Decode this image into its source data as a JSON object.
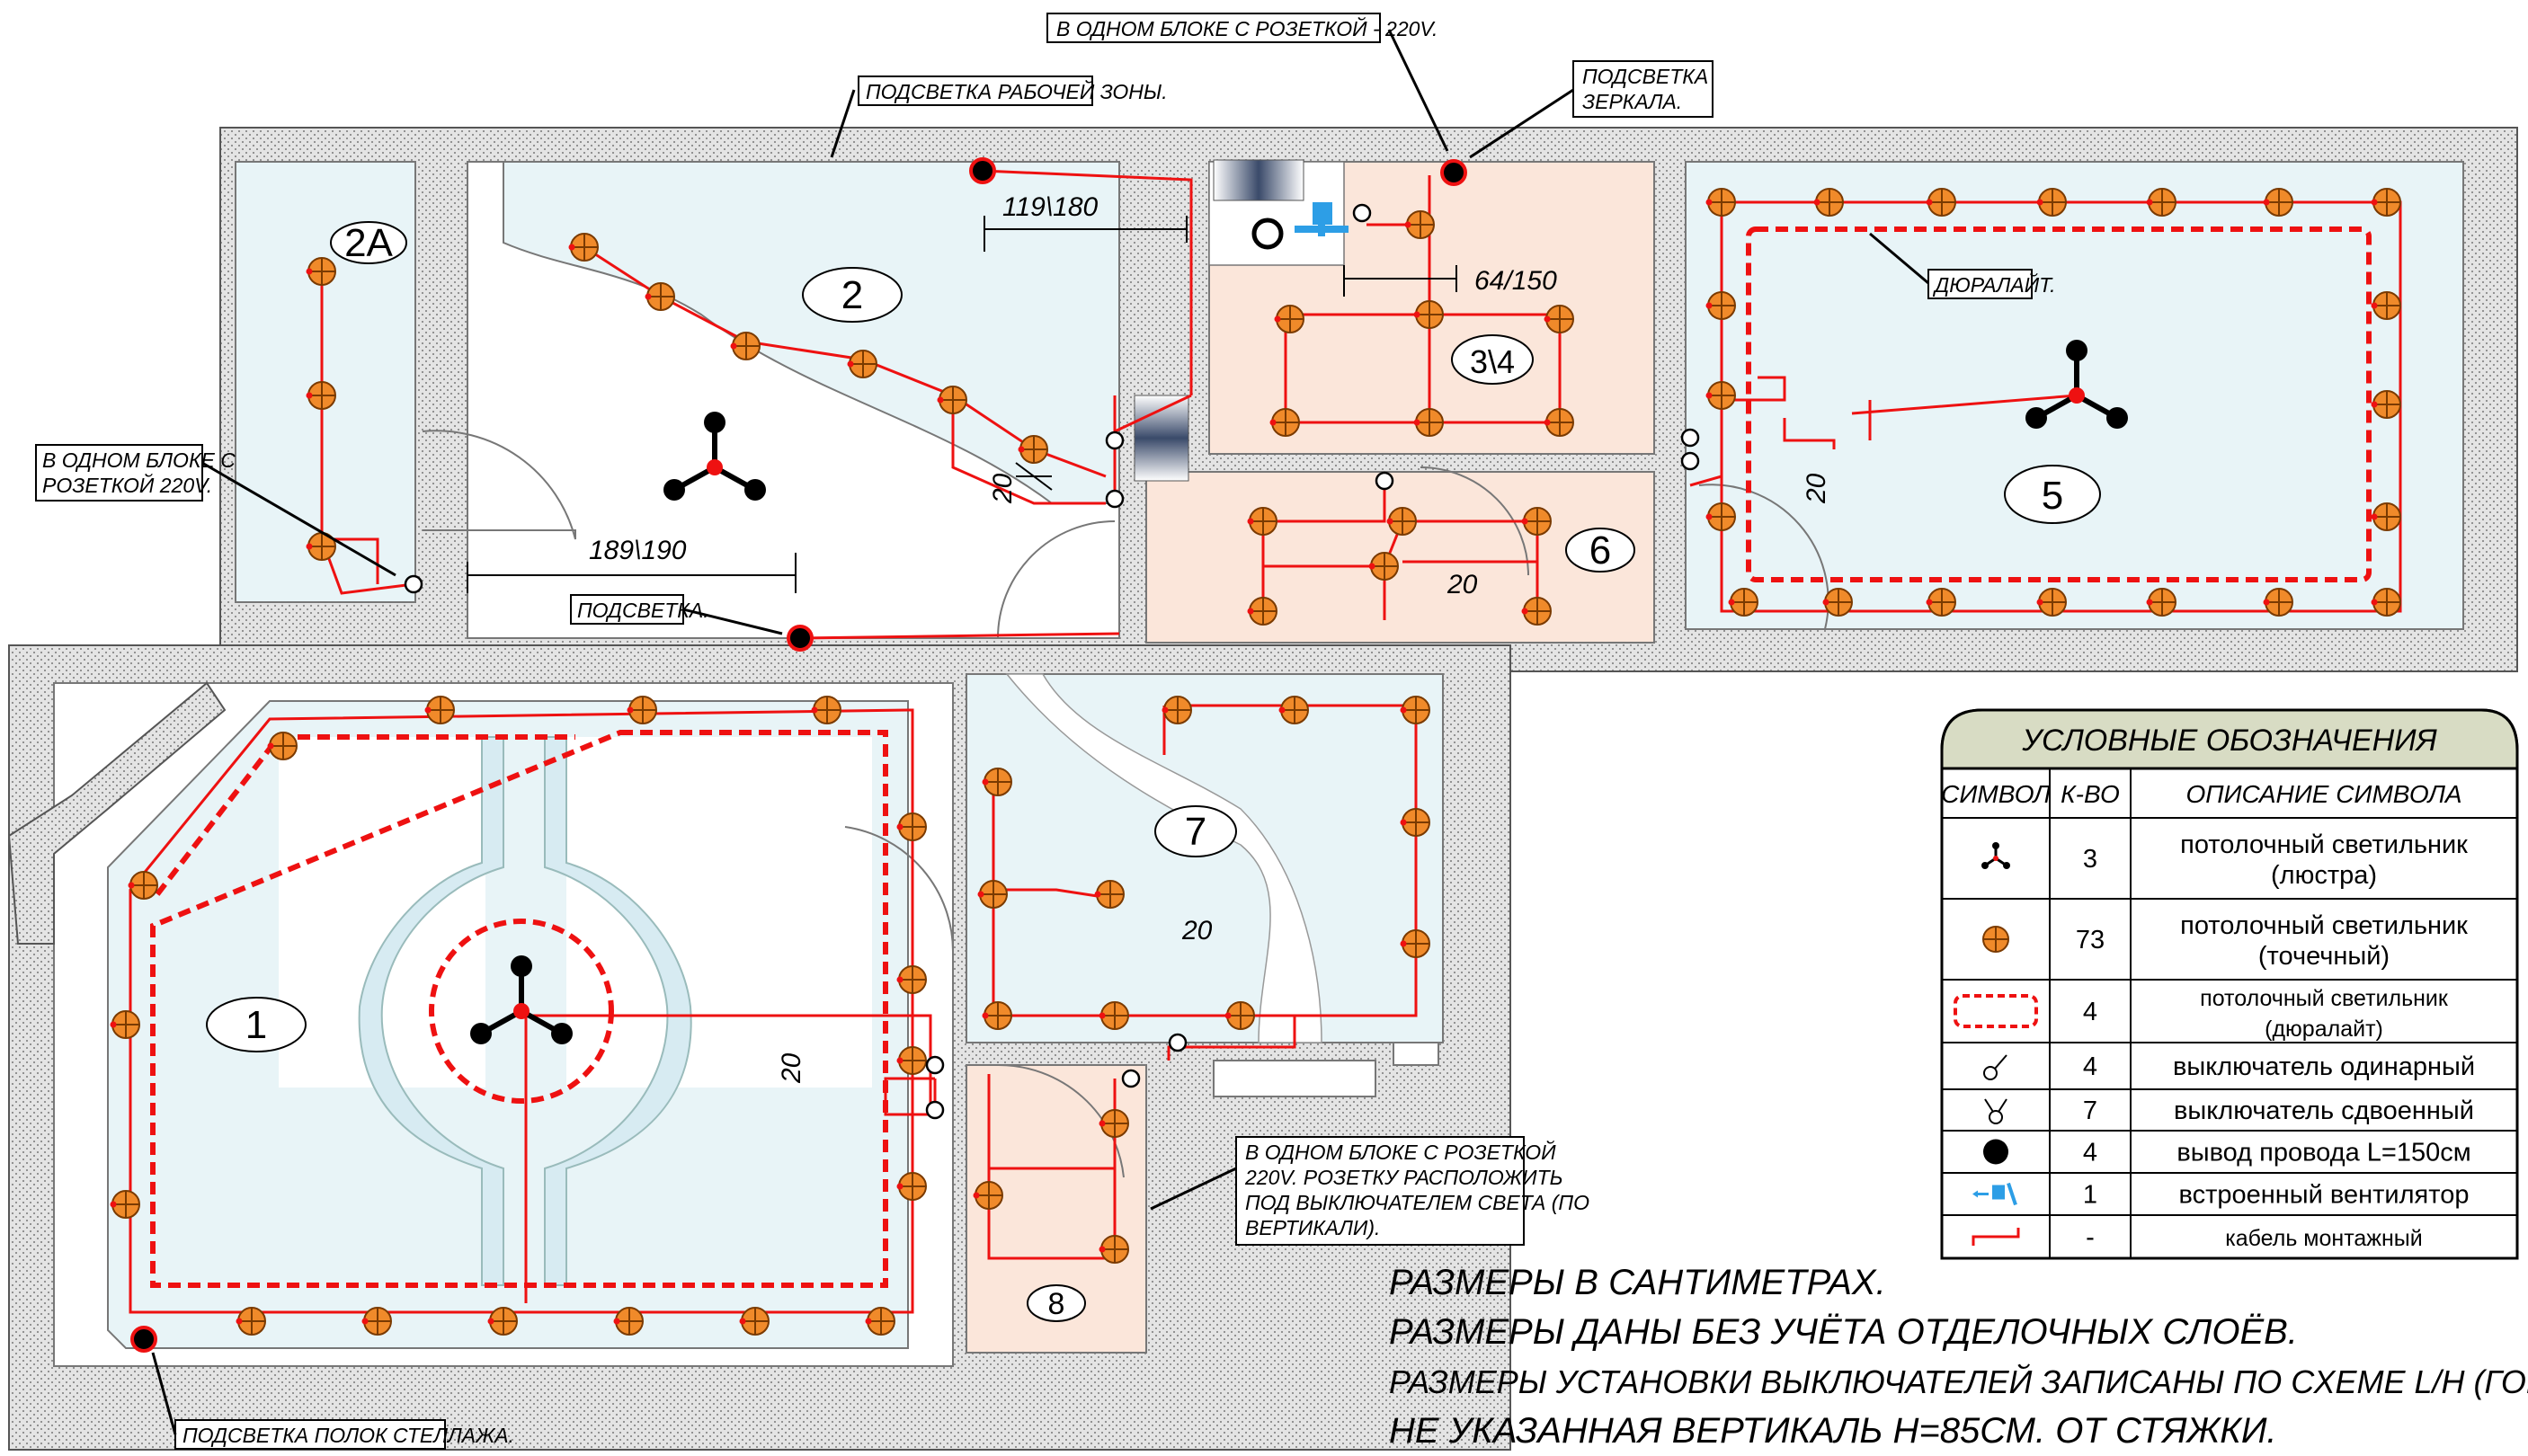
{
  "callouts": {
    "socket_block_220v": "В ОДНОМ БЛОКЕ С РОЗЕТКОЙ - 220V.",
    "work_zone_light": "ПОДСВЕТКА РАБОЧЕЙ ЗОНЫ.",
    "mirror_light_1": "ПОДСВЕТКА",
    "mirror_light_2": "ЗЕРКАЛА.",
    "duralight": "ДЮРАЛАЙТ.",
    "block_socket_left_1": "В ОДНОМ БЛОКЕ С",
    "block_socket_left_2": "РОЗЕТКОЙ 220V.",
    "backlight": "ПОДСВЕТКА.",
    "shelf_light": "ПОДСВЕТКА ПОЛОК СТЕЛЛАЖА.",
    "block_socket_8_1": "В ОДНОМ БЛОКЕ С РОЗЕТКОЙ",
    "block_socket_8_2": "220V. РОЗЕТКУ РАСПОЛОЖИТЬ",
    "block_socket_8_3": "ПОД ВЫКЛЮЧАТЕЛЕМ СВЕТА (ПО",
    "block_socket_8_4": "ВЕРТИКАЛИ)."
  },
  "rooms": {
    "r1": "1",
    "r2": "2",
    "r2a": "2А",
    "r34": "3\\4",
    "r5": "5",
    "r6": "6",
    "r7": "7",
    "r8": "8"
  },
  "dimensions": {
    "d_119_180": "119\\180",
    "d_64_150": "64/150",
    "d_189_190": "189\\190",
    "d_20": "20"
  },
  "notes": {
    "n1": "РАЗМЕРЫ В САНТИМЕТРАХ.",
    "n2": "РАЗМЕРЫ ДАНЫ БЕЗ УЧЁТА ОТДЕЛОЧНЫХ СЛОЁВ.",
    "n3": "РАЗМЕРЫ УСТАНОВКИ ВЫКЛЮЧАТЕЛЕЙ ЗАПИСАНЫ ПО СХЕМЕ L/H (ГОРИЗОНТАЛЬ \\ ВЕРТИКАЛЬ)",
    "n4": "НЕ УКАЗАННАЯ ВЕРТИКАЛЬ H=85СМ. ОТ СТЯЖКИ."
  },
  "legend": {
    "title": "УСЛОВНЫЕ ОБОЗНАЧЕНИЯ",
    "col_symbol": "СИМВОЛ",
    "col_count": "К-ВО",
    "col_desc": "ОПИСАНИЕ СИМВОЛА",
    "rows": [
      {
        "symbol": "chandelier-icon",
        "count": "3",
        "desc1": "потолочный светильник",
        "desc2": "(люстра)"
      },
      {
        "symbol": "spotlight-icon",
        "count": "73",
        "desc1": "потолочный светильник",
        "desc2": "(точечный)"
      },
      {
        "symbol": "duralight-icon",
        "count": "4",
        "desc1": "потолочный светильник",
        "desc2": "(дюралайт)"
      },
      {
        "symbol": "single-switch-icon",
        "count": "4",
        "desc1": "выключатель одинарный",
        "desc2": ""
      },
      {
        "symbol": "double-switch-icon",
        "count": "7",
        "desc1": "выключатель сдвоенный",
        "desc2": ""
      },
      {
        "symbol": "wire-outlet-icon",
        "count": "4",
        "desc1": "вывод провода L=150см",
        "desc2": ""
      },
      {
        "symbol": "fan-icon",
        "count": "1",
        "desc1": "встроенный вентилятор",
        "desc2": ""
      },
      {
        "symbol": "cable-icon",
        "count": "-",
        "desc1": "кабель монтажный",
        "desc2": ""
      }
    ]
  },
  "colors": {
    "wall_fill": "#e6e6e6",
    "ceiling_blue": "#e8f4f7",
    "ceiling_peach": "#fbe6da",
    "cable_red": "#ee1111",
    "spot_orange": "#f08a2a",
    "legend_header": "#d8dcc4"
  }
}
